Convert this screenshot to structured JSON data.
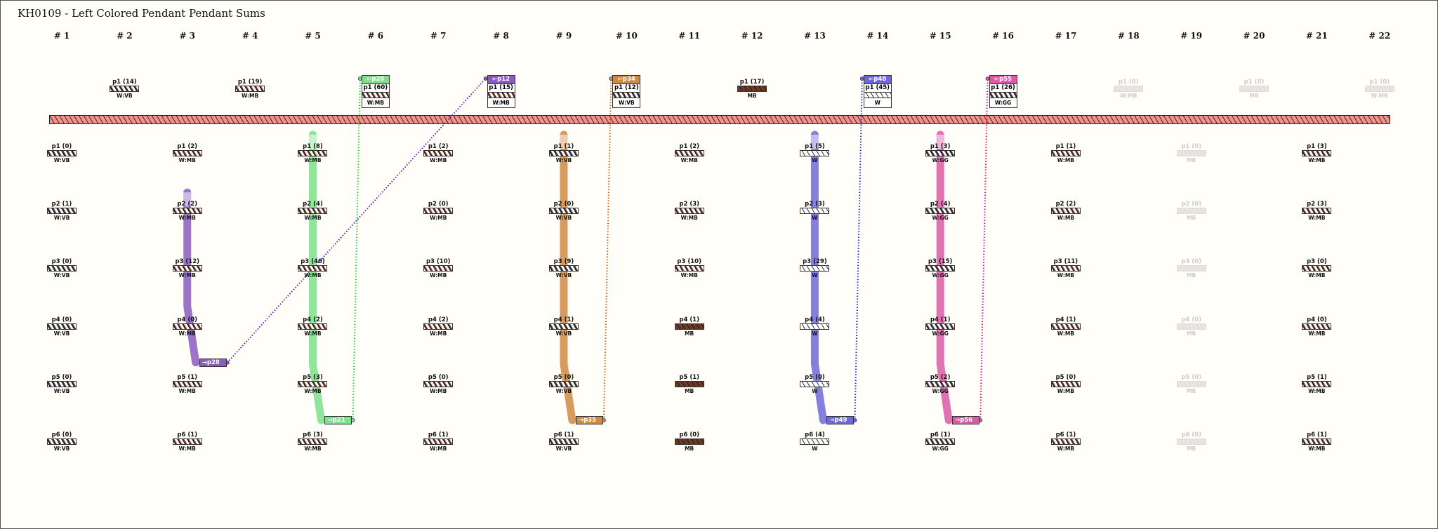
{
  "title": "KH0109 - Left Colored Pendant Pendant Sums",
  "columns": [
    "# 1",
    "# 2",
    "# 3",
    "# 4",
    "# 5",
    "# 6",
    "# 7",
    "# 8",
    "# 9",
    "# 10",
    "# 11",
    "# 12",
    "# 13",
    "# 14",
    "# 15",
    "# 16",
    "# 17",
    "# 18",
    "# 19",
    "# 20",
    "# 21",
    "# 22"
  ],
  "colors": {
    "primary_cord": "#f3918a",
    "green": "#7ee08a",
    "purple": "#8a5cc0",
    "orange": "#d08a45",
    "blue": "#7068d8",
    "pink": "#dc5aa6",
    "brown": "#6b3a26"
  },
  "top_pendants": [
    {
      "col": 2,
      "label": "p1 (14)",
      "knot": "W:VB",
      "cord": "mix"
    },
    {
      "col": 4,
      "label": "p1 (19)",
      "knot": "W:MB",
      "cord": "mixb"
    },
    {
      "col": 6,
      "label": "p1 (60)",
      "knot": "W:MB",
      "cord": "mixb",
      "link": "←p20",
      "color": "#7ee08a"
    },
    {
      "col": 8,
      "label": "p1 (15)",
      "knot": "W:MB",
      "cord": "mixb",
      "link": "←p12",
      "color": "#8a5cc0"
    },
    {
      "col": 10,
      "label": "p1 (12)",
      "knot": "W:VB",
      "cord": "mix",
      "link": "←p34",
      "color": "#d08a45"
    },
    {
      "col": 12,
      "label": "p1 (17)",
      "knot": "MB",
      "cord": "brown"
    },
    {
      "col": 14,
      "label": "p1 (45)",
      "knot": "W",
      "cord": "white",
      "link": "←p48",
      "color": "#7068d8"
    },
    {
      "col": 16,
      "label": "p1 (26)",
      "knot": "W:GG",
      "cord": "mix",
      "link": "←p55",
      "color": "#dc5aa6"
    },
    {
      "col": 18,
      "label": "p1 (0)",
      "knot": "W:MB",
      "cord": "mixb",
      "ghost": true
    },
    {
      "col": 20,
      "label": "p1 (0)",
      "knot": "MB",
      "cord": "brown",
      "ghost": true
    },
    {
      "col": 22,
      "label": "p1 (0)",
      "knot": "W:MB",
      "cord": "mixb",
      "ghost": true
    }
  ],
  "groups": [
    {
      "col": 1,
      "cord": "mix",
      "pendants": [
        [
          "p1 (0)",
          "W:VB"
        ],
        [
          "p2 (1)",
          "W:VB"
        ],
        [
          "p3 (0)",
          "W:VB"
        ],
        [
          "p4 (0)",
          "W:VB"
        ],
        [
          "p5 (0)",
          "W:VB"
        ],
        [
          "p6 (0)",
          "W:VB"
        ]
      ]
    },
    {
      "col": 3,
      "cord": "mixb",
      "pendants": [
        [
          "p1 (2)",
          "W:MB"
        ],
        [
          "p2 (2)",
          "W:MB"
        ],
        [
          "p3 (12)",
          "W:MB"
        ],
        [
          "p4 (0)",
          "W:MB"
        ],
        [
          "p5 (1)",
          "W:MB"
        ],
        [
          "p6 (1)",
          "W:MB"
        ]
      ]
    },
    {
      "col": 5,
      "cord": "mixb",
      "pendants": [
        [
          "p1 (8)",
          "W:MB"
        ],
        [
          "p2 (4)",
          "W:MB"
        ],
        [
          "p3 (40)",
          "W:MB"
        ],
        [
          "p4 (2)",
          "W:MB"
        ],
        [
          "p5 (3)",
          "W:MB"
        ],
        [
          "p6 (3)",
          "W:MB"
        ]
      ]
    },
    {
      "col": 7,
      "cord": "mixb",
      "pendants": [
        [
          "p1 (2)",
          "W:MB"
        ],
        [
          "p2 (0)",
          "W:MB"
        ],
        [
          "p3 (10)",
          "W:MB"
        ],
        [
          "p4 (2)",
          "W:MB"
        ],
        [
          "p5 (0)",
          "W:MB"
        ],
        [
          "p6 (1)",
          "W:MB"
        ]
      ]
    },
    {
      "col": 9,
      "cord": "mix",
      "pendants": [
        [
          "p1 (1)",
          "W:VB"
        ],
        [
          "p2 (0)",
          "W:VB"
        ],
        [
          "p3 (9)",
          "W:VB"
        ],
        [
          "p4 (1)",
          "W:VB"
        ],
        [
          "p5 (0)",
          "W:VB"
        ],
        [
          "p6 (1)",
          "W:VB"
        ]
      ]
    },
    {
      "col": 11,
      "cord": "mixb",
      "pendants": [
        [
          "p1 (2)",
          "W:MB",
          "mixb"
        ],
        [
          "p2 (3)",
          "W:MB",
          "mixb"
        ],
        [
          "p3 (10)",
          "W:MB",
          "mixb"
        ],
        [
          "p4 (1)",
          "MB",
          "brown"
        ],
        [
          "p5 (1)",
          "MB",
          "brown"
        ],
        [
          "p6 (0)",
          "MB",
          "brown"
        ]
      ]
    },
    {
      "col": 13,
      "cord": "white",
      "pendants": [
        [
          "p1 (5)",
          "W"
        ],
        [
          "p2 (3)",
          "W"
        ],
        [
          "p3 (29)",
          "W"
        ],
        [
          "p4 (4)",
          "W"
        ],
        [
          "p5 (0)",
          "W"
        ],
        [
          "p6 (4)",
          "W"
        ]
      ]
    },
    {
      "col": 15,
      "cord": "mix",
      "pendants": [
        [
          "p1 (3)",
          "W:GG"
        ],
        [
          "p2 (4)",
          "W:GG"
        ],
        [
          "p3 (15)",
          "W:GG"
        ],
        [
          "p4 (1)",
          "W:GG"
        ],
        [
          "p5 (2)",
          "W:GG"
        ],
        [
          "p6 (1)",
          "W:GG"
        ]
      ]
    },
    {
      "col": 17,
      "cord": "mixb",
      "pendants": [
        [
          "p1 (1)",
          "W:MB"
        ],
        [
          "p2 (2)",
          "W:MB"
        ],
        [
          "p3 (11)",
          "W:MB"
        ],
        [
          "p4 (1)",
          "W:MB"
        ],
        [
          "p5 (0)",
          "W:MB"
        ],
        [
          "p6 (1)",
          "W:MB"
        ]
      ]
    },
    {
      "col": 19,
      "cord": "brown",
      "ghost": true,
      "pendants": [
        [
          "p1 (0)",
          "MB"
        ],
        [
          "p2 (0)",
          "MB"
        ],
        [
          "p3 (0)",
          "MB"
        ],
        [
          "p4 (0)",
          "MB"
        ],
        [
          "p5 (0)",
          "MB"
        ],
        [
          "p6 (0)",
          "MB"
        ]
      ]
    },
    {
      "col": 21,
      "cord": "mixb",
      "pendants": [
        [
          "p1 (3)",
          "W:MB"
        ],
        [
          "p2 (3)",
          "W:MB"
        ],
        [
          "p3 (0)",
          "W:MB"
        ],
        [
          "p4 (0)",
          "W:MB"
        ],
        [
          "p5 (1)",
          "W:MB"
        ],
        [
          "p6 (1)",
          "W:MB"
        ]
      ]
    }
  ],
  "sum_links": [
    {
      "col": 3,
      "from_row": 2,
      "to_row": 5,
      "color": "#8a5cc0",
      "tag": "→p28",
      "target_col": 8
    },
    {
      "col": 5,
      "from_row": 1,
      "to_row": 6,
      "color": "#7ee08a",
      "tag": "→p21",
      "target_col": 6
    },
    {
      "col": 9,
      "from_row": 1,
      "to_row": 6,
      "color": "#d08a45",
      "tag": "→p35",
      "target_col": 10
    },
    {
      "col": 13,
      "from_row": 1,
      "to_row": 6,
      "color": "#7068d8",
      "tag": "→p49",
      "target_col": 14
    },
    {
      "col": 15,
      "from_row": 1,
      "to_row": 6,
      "color": "#dc5aa6",
      "tag": "→p56",
      "target_col": 16
    }
  ]
}
